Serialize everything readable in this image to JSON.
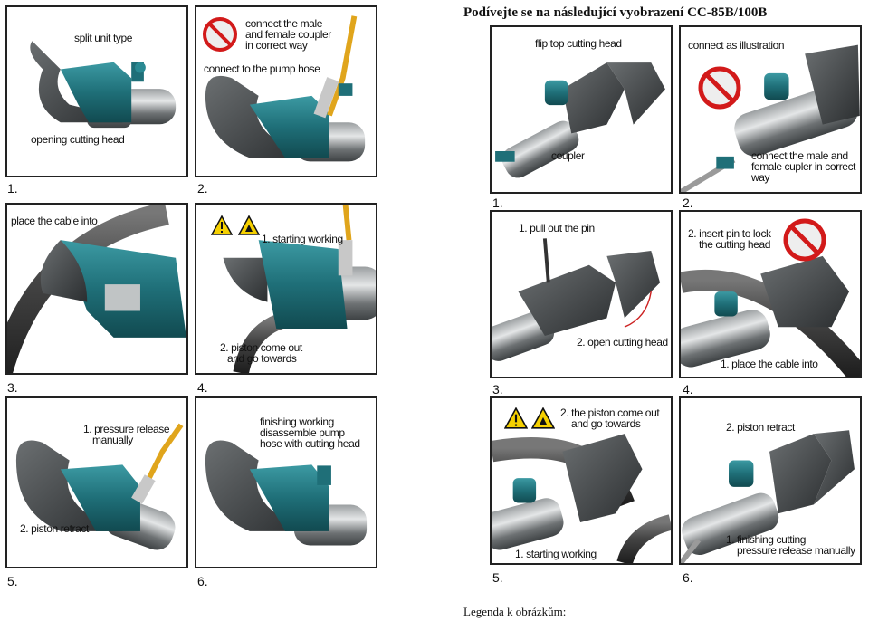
{
  "title": "Podívejte se na následující vyobrazení CC-85B/100B",
  "legend": "Legenda k obrázkům:",
  "left_steps": {
    "s1": {
      "num": "1.",
      "a": "split unit type",
      "b": "opening cutting head"
    },
    "s2": {
      "num": "2.",
      "a": "connect the male",
      "b": "and female coupler",
      "c": "in correct way",
      "d": "connect to the pump hose"
    },
    "s3": {
      "num": "3.",
      "a": "place the cable into"
    },
    "s4": {
      "num": "4.",
      "a": "1. starting working",
      "b": "2. piston come out",
      "c": "and go towards"
    },
    "s5": {
      "num": "5.",
      "a": "1. pressure release",
      "b": "manually",
      "c": "2. piston retract"
    },
    "s6": {
      "num": "6.",
      "a": "finishing working",
      "b": "disassemble pump",
      "c": "hose with cutting head"
    }
  },
  "right_steps": {
    "s1": {
      "num": "1.",
      "a": "flip top cutting head",
      "b": "coupler"
    },
    "s2": {
      "num": "2.",
      "a": "connect as illustration",
      "b": "connect the male and",
      "c": "female cupler in correct",
      "d": "way"
    },
    "s3": {
      "num": "3.",
      "a": "1. pull out the pin",
      "b": "2. open cutting head"
    },
    "s4": {
      "num": "4.",
      "a": "2. insert pin to lock",
      "b": "the cutting head",
      "c": "1. place the cable into"
    },
    "s5": {
      "num": "5.",
      "a": "2. the piston come out",
      "b": "and go towards",
      "c": "1. starting working"
    },
    "s6": {
      "num": "6.",
      "a": "2. piston retract",
      "b": "1. finishing cutting",
      "c": "pressure release manually"
    }
  },
  "colors": {
    "tool_teal": "#1f6f78",
    "tool_grey": "#5a5e60",
    "head_dark": "#3a3d3f",
    "hose_yellow": "#e0a51c",
    "warn_yellow": "#f5d000",
    "prohibit_red": "#d21a1a"
  }
}
